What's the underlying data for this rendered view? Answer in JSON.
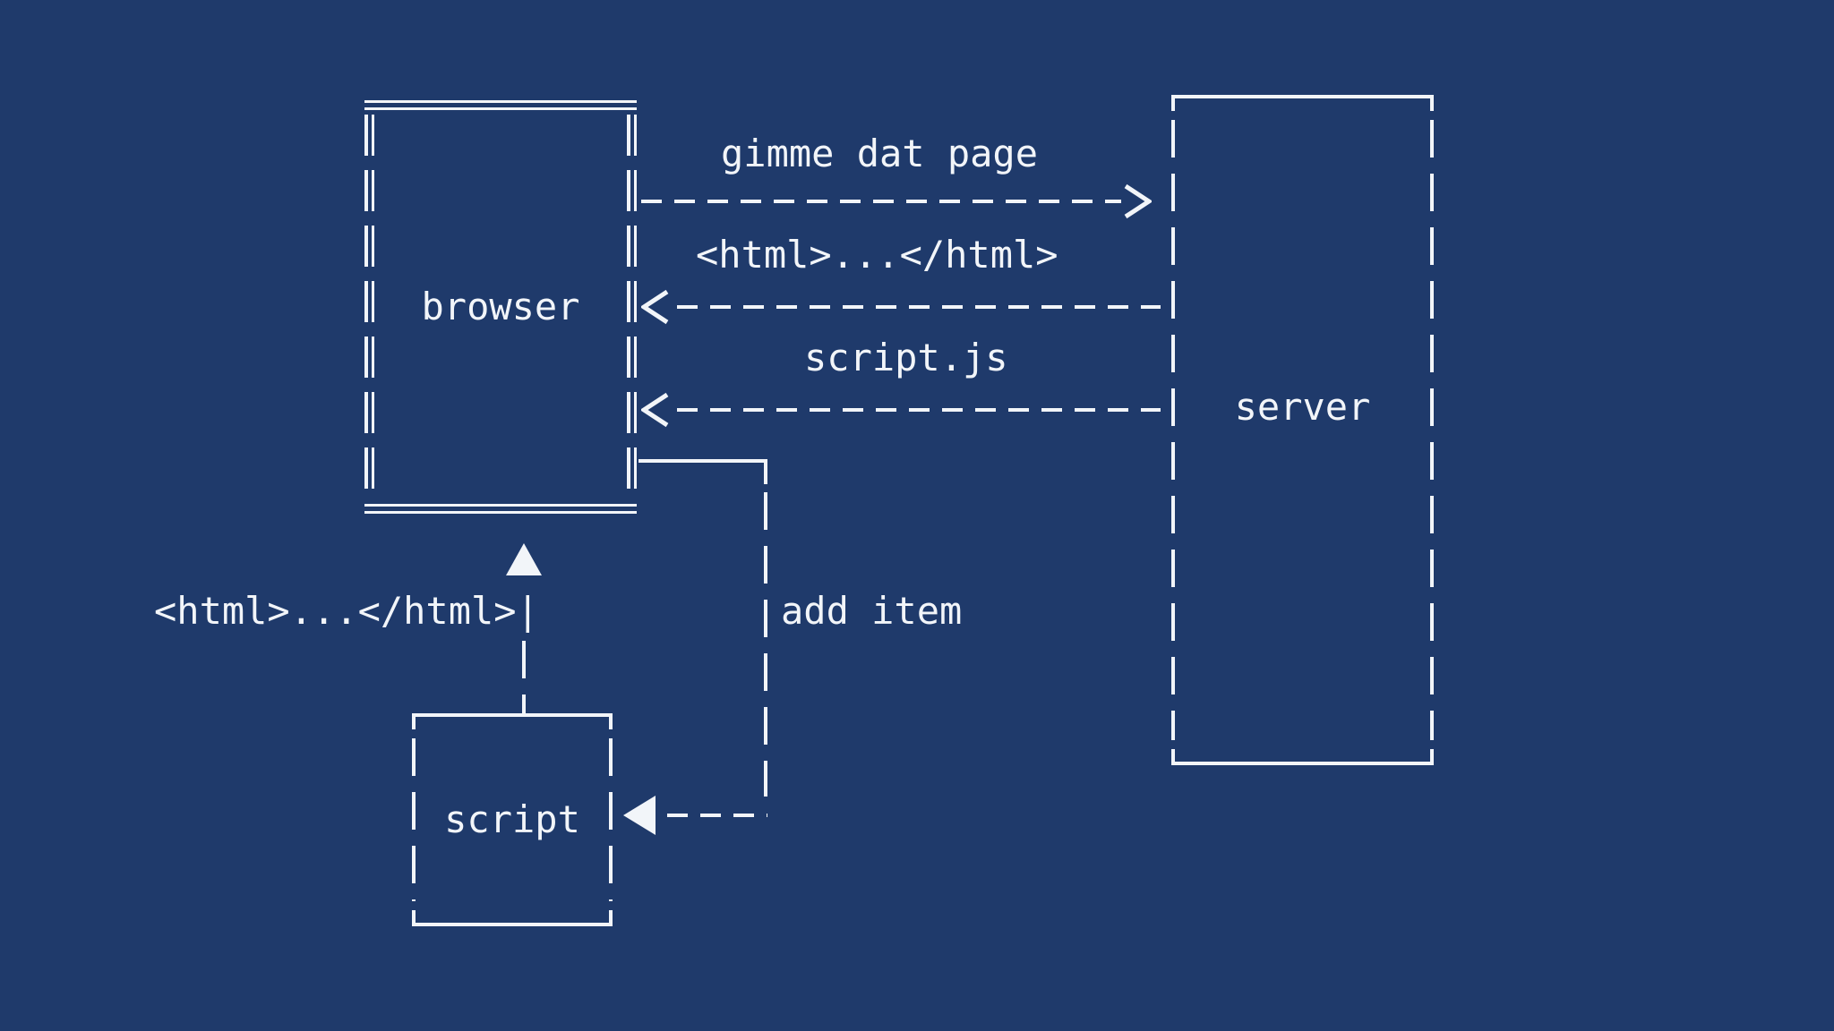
{
  "diagram": {
    "type": "ascii-sequence-diagram",
    "colors": {
      "background": "#1f3a6b",
      "foreground": "#f2f5f9"
    },
    "boxes": [
      {
        "id": "browser",
        "label": "browser",
        "border_style": "double-dashed"
      },
      {
        "id": "server",
        "label": "server",
        "border_style": "dashed"
      },
      {
        "id": "script",
        "label": "script",
        "border_style": "dashed"
      }
    ],
    "messages": [
      {
        "label": "gimme dat page",
        "from": "browser",
        "to": "server",
        "arrow": "dashed-right"
      },
      {
        "label": "<html>...</html>",
        "from": "server",
        "to": "browser",
        "arrow": "dashed-left"
      },
      {
        "label": "script.js",
        "from": "server",
        "to": "browser",
        "arrow": "dashed-left"
      },
      {
        "label": "add item",
        "from": "browser",
        "to": "script",
        "arrow": "solid-then-dashed-down-left"
      },
      {
        "label": "<html>...</html>|",
        "from": "script",
        "to": "browser",
        "arrow": "dashed-up"
      }
    ],
    "icons": {
      "right_arrowhead": "chevron-right",
      "left_arrowhead": "chevron-left",
      "solid_up_arrowhead": "triangle-up",
      "solid_left_arrowhead": "triangle-left"
    }
  }
}
